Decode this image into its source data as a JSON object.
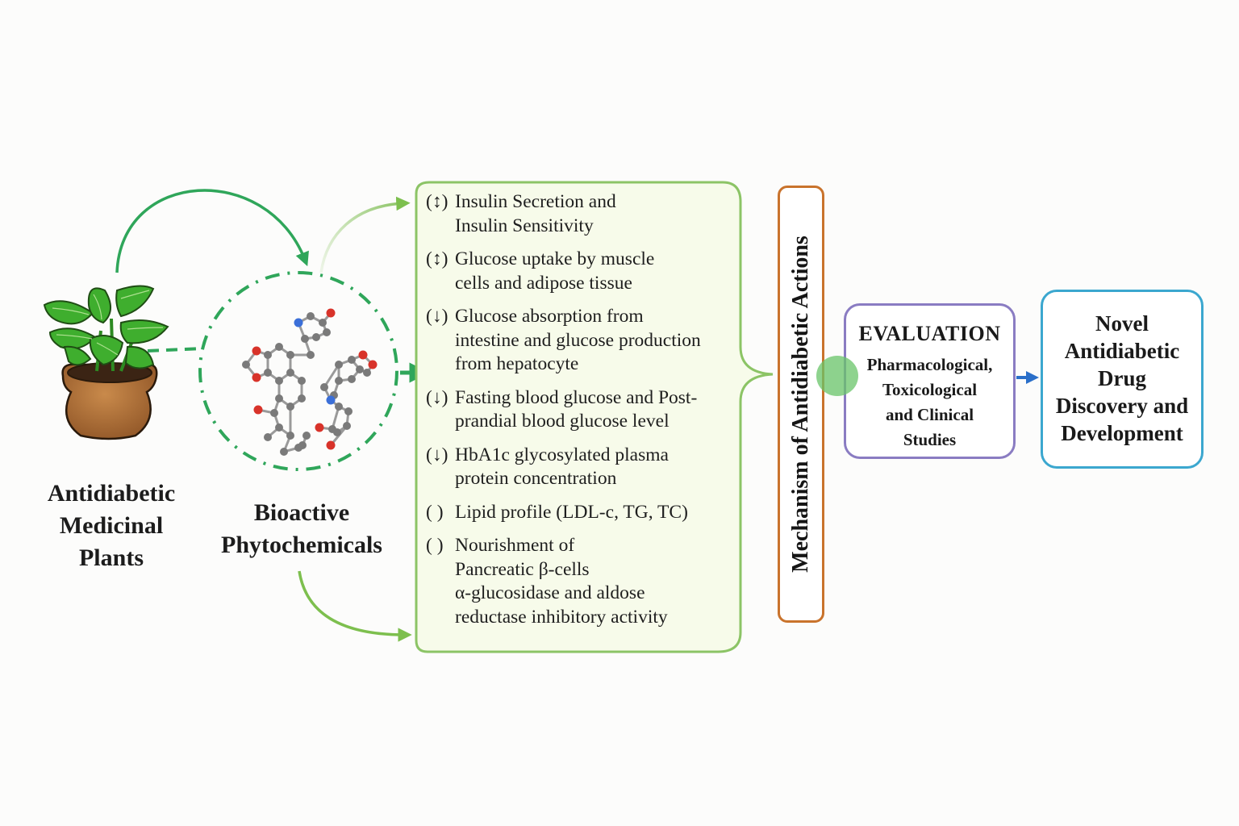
{
  "nodes": {
    "plants": {
      "label_lines": [
        "Antidiabetic",
        "Medicinal",
        "Plants"
      ],
      "icon": "potted-plant-icon"
    },
    "phytochemicals": {
      "label_lines": [
        "Bioactive",
        "Phytochemicals"
      ],
      "icon": "molecule-structure-icon"
    },
    "mechanism": {
      "title": "Mechanism of Antidiabetic Actions",
      "items": [
        {
          "symbol": "(↕)",
          "direction": "increase",
          "lines": [
            "Insulin Secretion and",
            "Insulin Sensitivity"
          ]
        },
        {
          "symbol": "(↕)",
          "direction": "increase",
          "lines": [
            "Glucose uptake by muscle",
            "cells and adipose tissue"
          ]
        },
        {
          "symbol": "(↓)",
          "direction": "decrease",
          "lines": [
            "Glucose absorption from",
            "intestine and glucose production",
            "from hepatocyte"
          ]
        },
        {
          "symbol": "(↓)",
          "direction": "decrease",
          "lines": [
            "Fasting blood glucose and Post-",
            "prandial blood glucose level"
          ]
        },
        {
          "symbol": "(↓)",
          "direction": "decrease",
          "lines": [
            "HbA1c glycosylated plasma",
            "protein concentration"
          ]
        },
        {
          "symbol": "( )",
          "direction": "none",
          "lines": [
            "Lipid profile (LDL-c, TG, TC)"
          ]
        },
        {
          "symbol": "( )",
          "direction": "none",
          "lines": [
            "Nourishment of",
            "Pancreatic β-cells",
            "α-glucosidase and aldose",
            "reductase inhibitory activity"
          ]
        }
      ]
    },
    "evaluation": {
      "title": "EVALUATION",
      "body_lines": [
        "Pharmacological,",
        "Toxicological",
        "and Clinical",
        "Studies"
      ]
    },
    "novel": {
      "lines": [
        "Novel",
        "Antidiabetic",
        "Drug",
        "Discovery and",
        "Development"
      ]
    }
  },
  "colors": {
    "green_arrow": "#2fa65a",
    "light_green_arrow": "#7dbf4e",
    "mechanism_box_border": "#8cc466",
    "mechanism_box_fill": "#f7fbea",
    "mechanism_title_border": "#c9732c",
    "evaluation_border": "#8a7cc2",
    "novel_border": "#3ba7cf",
    "blue_arrow": "#2a6fc9",
    "connector_dot": "#68c468"
  }
}
